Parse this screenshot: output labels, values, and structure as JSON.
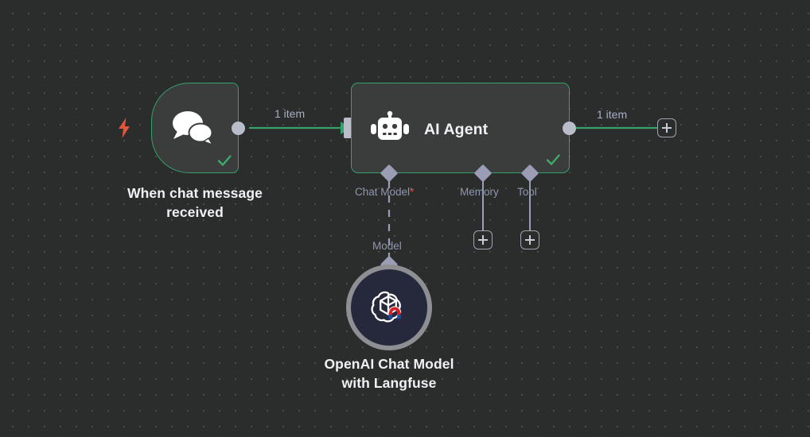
{
  "app": {
    "name": "n8n-workflow-canvas",
    "background_color": "#2b2c2c"
  },
  "colors": {
    "canvas": "#2b2c2c",
    "node_fill": "#3b3d3d",
    "node_border_success": "#35a16b",
    "connection_line": "#35a16b",
    "port_gray": "#b9bdc9",
    "diamond_purple": "#9a9db4",
    "label_text": "#f0f2f5",
    "edge_label_text": "#a7b0c4",
    "port_label_text": "#8f97ad",
    "required_star": "#e2553d",
    "trigger_bolt": "#e2553d",
    "checkmark": "#3faa6e",
    "openai_node_fill": "#26293b",
    "openai_ring": "#8d8f92"
  },
  "nodes": {
    "trigger": {
      "caption_line1": "When chat message",
      "caption_line2": "received",
      "icon": "chat-bubbles-icon",
      "trigger_icon": "lightning-bolt-icon",
      "status": "success"
    },
    "agent": {
      "title": "AI Agent",
      "icon": "robot-icon",
      "status": "success",
      "sub_ports": [
        {
          "label": "Chat Model",
          "required": true,
          "required_marker": "*"
        },
        {
          "label": "Memory",
          "required": false,
          "required_marker": ""
        },
        {
          "label": "Tool",
          "required": false,
          "required_marker": ""
        }
      ]
    },
    "openai": {
      "caption_line1": "OpenAI Chat Model",
      "caption_line2": "with Langfuse",
      "icon": "openai-logo-icon",
      "badge_icon": "langfuse-magnet-icon",
      "connection_label": "Model"
    }
  },
  "edges": {
    "trigger_to_agent_label": "1 item",
    "agent_to_output_label": "1 item",
    "model_label": "Model"
  },
  "buttons": {
    "add_output_node": "+",
    "add_memory_node": "+",
    "add_tool_node": "+"
  }
}
